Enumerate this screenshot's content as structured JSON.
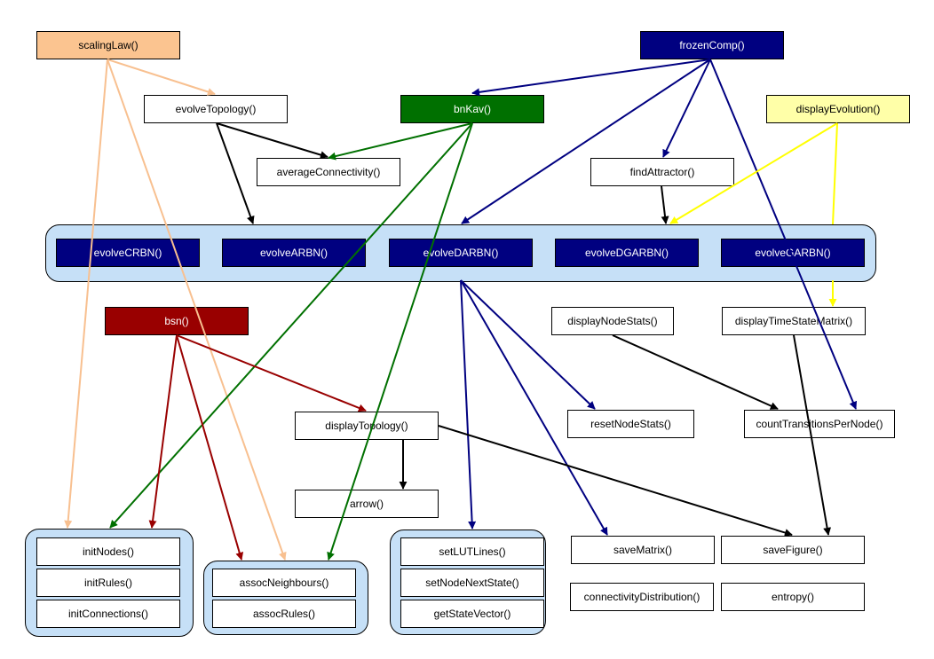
{
  "colors": {
    "orange": "#f8c090",
    "navy": "#000080",
    "green": "#007000",
    "red": "#990000",
    "yellow": "#ffff00",
    "black": "#000000",
    "group_fill": "#c6e0f7"
  },
  "nodes": {
    "scalingLaw": "scalingLaw()",
    "frozenComp": "frozenComp()",
    "evolveTopology": "evolveTopology()",
    "bnKav": "bnKav()",
    "displayEvolution": "displayEvolution()",
    "averageConnectivity": "averageConnectivity()",
    "findAttractor": "findAttractor()",
    "evolveCRBN": "evolveCRBN()",
    "evolveARBN": "evolveARBN()",
    "evolveDARBN": "evolveDARBN()",
    "evolveDGARBN": "evolveDGARBN()",
    "evolveGARBN": "evolveGARBN()",
    "bsn": "bsn()",
    "displayNodeStats": "displayNodeStats()",
    "displayTimeStateMatrix": "displayTimeStateMatrix()",
    "displayTopology": "displayTopology()",
    "resetNodeStats": "resetNodeStats()",
    "countTransitionsPerNode": "countTransitionsPerNode()",
    "arrow": "arrow()",
    "initNodes": "initNodes()",
    "initRules": "initRules()",
    "initConnections": "initConnections()",
    "assocNeighbours": "assocNeighbours()",
    "assocRules": "assocRules()",
    "setLUTLines": "setLUTLines()",
    "setNodeNextState": "setNodeNextState()",
    "getStateVector": "getStateVector()",
    "saveMatrix": "saveMatrix()",
    "saveFigure": "saveFigure()",
    "connectivityDistribution": "connectivityDistribution()",
    "entropy": "entropy()"
  }
}
